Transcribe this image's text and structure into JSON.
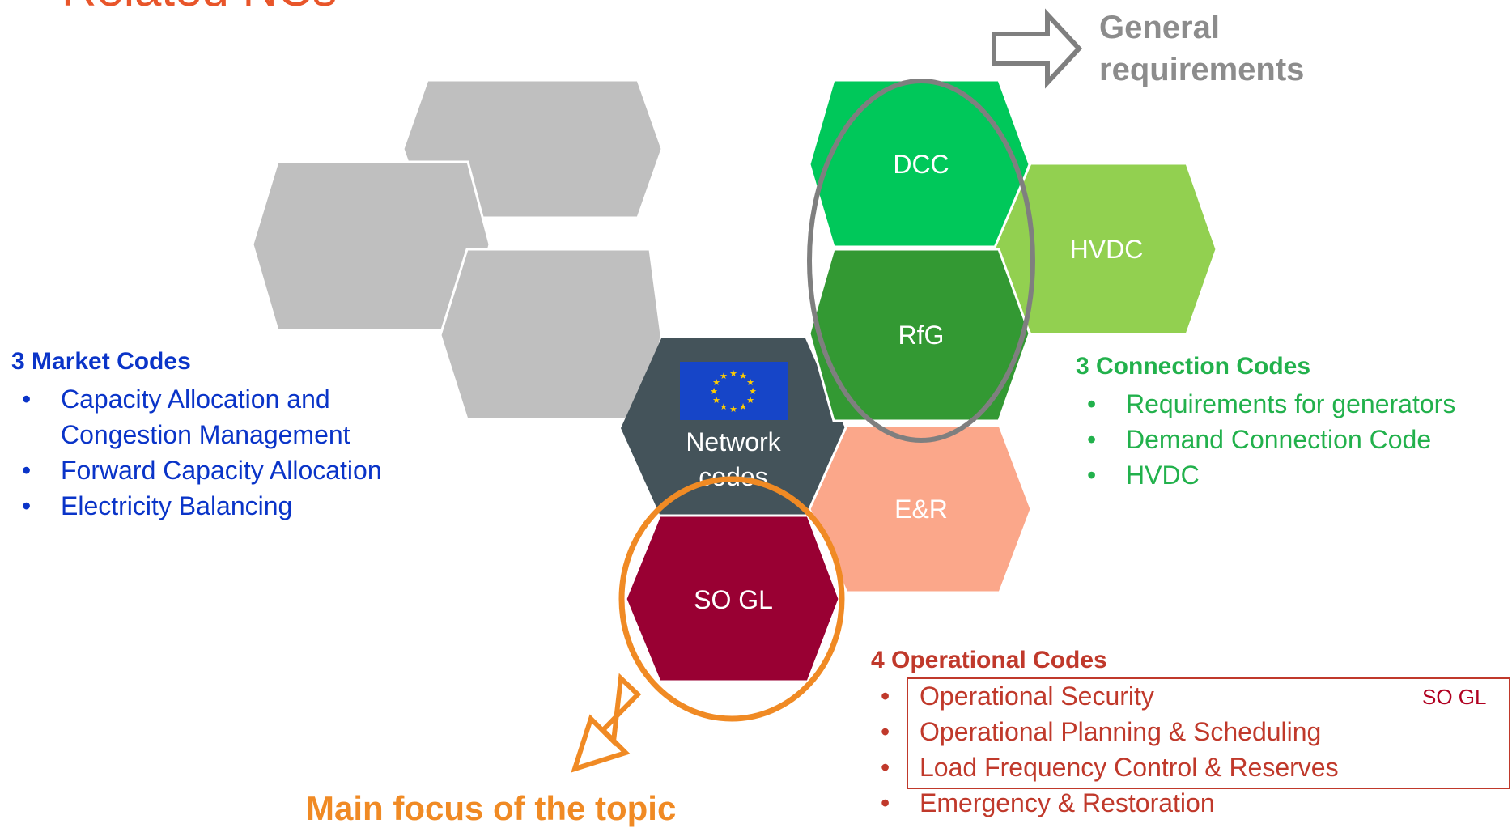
{
  "title": "Related NCs",
  "center": {
    "label_line1": "Network",
    "label_line2": "codes"
  },
  "hexagons": {
    "dcc": "DCC",
    "rfg": "RfG",
    "hvdc": "HVDC",
    "er": "E&R",
    "sogl": "SO GL"
  },
  "general_requirements": {
    "line1": "General",
    "line2": "requirements"
  },
  "market_codes": {
    "heading": "3 Market Codes",
    "items": [
      "Capacity Allocation and",
      "Congestion Management",
      "Forward Capacity Allocation",
      "Electricity Balancing"
    ]
  },
  "connection_codes": {
    "heading": "3 Connection Codes",
    "items": [
      "Requirements for generators",
      "Demand Connection Code",
      "HVDC"
    ]
  },
  "operational_codes": {
    "heading": "4 Operational Codes",
    "items": [
      "Operational Security",
      "Operational Planning & Scheduling",
      "Load Frequency Control & Reserves",
      "Emergency & Restoration"
    ],
    "box_tag": "SO GL"
  },
  "focus_label": "Main focus of the topic",
  "bullet": "•",
  "colors": {
    "title": "#e8552a",
    "grey_hex": "#bfbfbf",
    "center_hex": "#44535a",
    "dcc": "#00c85a",
    "rfg": "#339933",
    "hvdc": "#92d050",
    "er": "#fba78a",
    "sogl": "#990033",
    "market": "#0a34c8",
    "connection": "#22b14c",
    "operational": "#c0392b",
    "orange": "#f08a24",
    "grey_ellipse": "#7f7f7f"
  }
}
